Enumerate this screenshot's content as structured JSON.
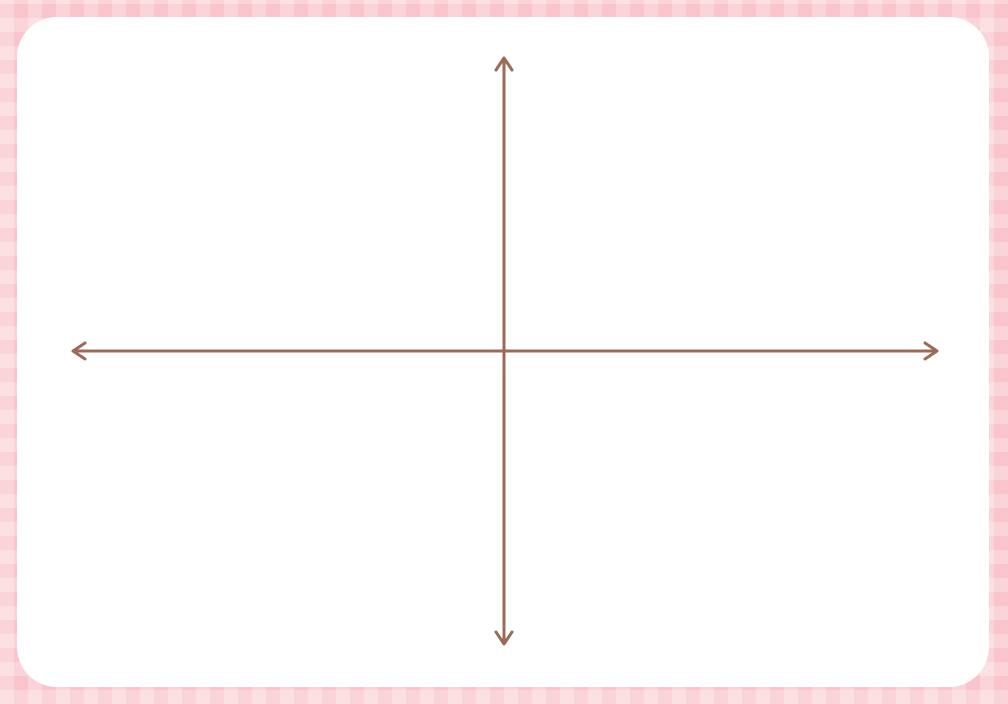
{
  "colors": {
    "frame": "#f9c4cc",
    "board": "#ffffff",
    "axis": "#9b6b57"
  },
  "diagram": {
    "type": "blank-coordinate-axes",
    "horizontal_axis": {
      "arrowheads": "both-ends"
    },
    "vertical_axis": {
      "arrowheads": "both-ends"
    }
  }
}
